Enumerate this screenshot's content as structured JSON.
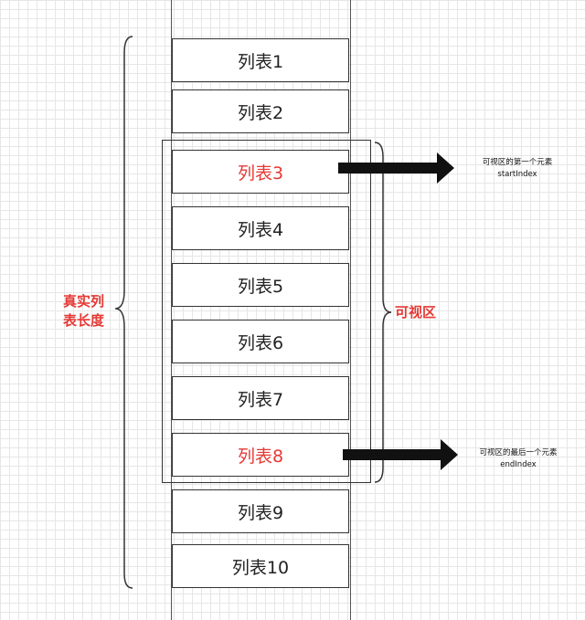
{
  "list_items": [
    {
      "label": "列表1",
      "highlight": false
    },
    {
      "label": "列表2",
      "highlight": false
    },
    {
      "label": "列表3",
      "highlight": true
    },
    {
      "label": "列表4",
      "highlight": false
    },
    {
      "label": "列表5",
      "highlight": false
    },
    {
      "label": "列表6",
      "highlight": false
    },
    {
      "label": "列表7",
      "highlight": false
    },
    {
      "label": "列表8",
      "highlight": true
    },
    {
      "label": "列表9",
      "highlight": false
    },
    {
      "label": "列表10",
      "highlight": false
    }
  ],
  "total_length_label": {
    "line1": "真实列",
    "line2": "表长度"
  },
  "visible_area_label": "可视区",
  "start_annotation": {
    "line1": "可视区的第一个元素",
    "line2": "startIndex"
  },
  "end_annotation": {
    "line1": "可视区的最后一个元素",
    "line2": "endIndex"
  },
  "colors": {
    "highlight": "#e53935",
    "arrow": "#111111",
    "border": "#333333"
  }
}
